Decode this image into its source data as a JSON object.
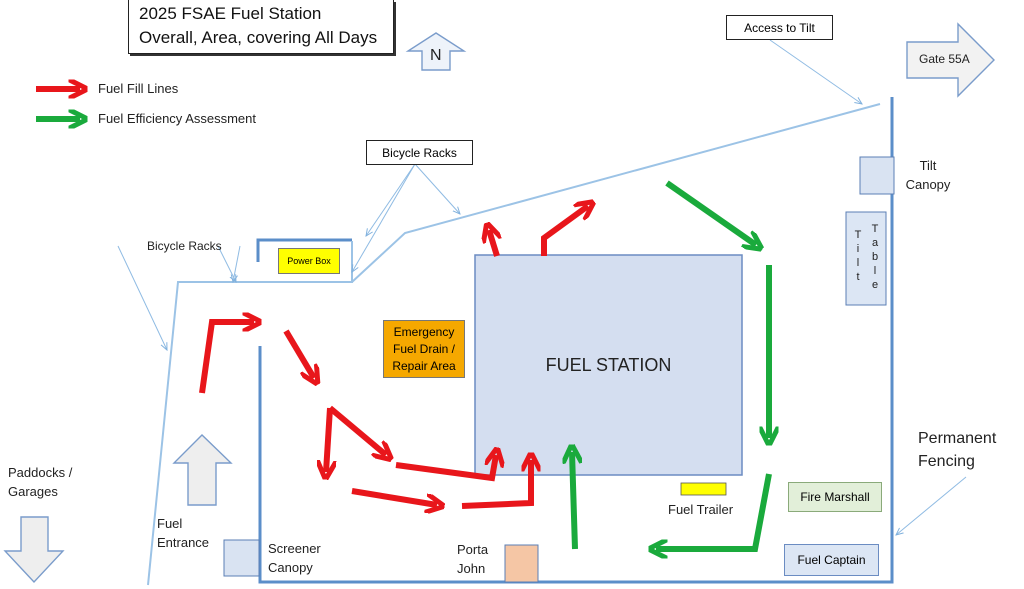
{
  "title": {
    "line1": "2025 FSAE Fuel Station",
    "line2": "Overall, Area, covering All Days"
  },
  "legend": {
    "fill_label": "Fuel Fill Lines",
    "efficiency_label": "Fuel Efficiency Assessment",
    "fill_color": "#e8161b",
    "efficiency_color": "#1aaa3c"
  },
  "compass": {
    "label": "N"
  },
  "gate": {
    "label": "Gate 55A"
  },
  "callouts": {
    "access_tilt": "Access to Tilt",
    "bicycle_racks_top": "Bicycle Racks",
    "bicycle_racks_left": "Bicycle Racks"
  },
  "areas": {
    "power_box": "Power Box",
    "emergency": "Emergency Fuel Drain / Repair Area",
    "fuel_station": "FUEL STATION",
    "fire_marshall": "Fire Marshall",
    "fuel_captain": "Fuel Captain",
    "fuel_trailer": "Fuel Trailer",
    "tilt_canopy": "Tilt Canopy",
    "tilt_table_a": "Tilt",
    "tilt_table_b": "Table",
    "screener_canopy": "Screener Canopy",
    "porta_john": "Porta John",
    "permanent_fencing": "Permanent Fencing",
    "fuel_entrance": "Fuel Entrance",
    "paddocks": "Paddocks / Garages"
  },
  "colors": {
    "fence": "#5b8ec9",
    "light_line": "#9cc3e6",
    "station_fill": "#d4def0",
    "station_border": "#6b8cc2",
    "power_box_fill": "#ffff00",
    "emergency_fill": "#f5a800",
    "fire_fill": "#e2efd9",
    "captain_fill": "#dce6f4",
    "porta_fill": "#f5c6a5",
    "block_arrow_fill": "#eeeeee",
    "gate_fill": "#f2f2f2"
  }
}
